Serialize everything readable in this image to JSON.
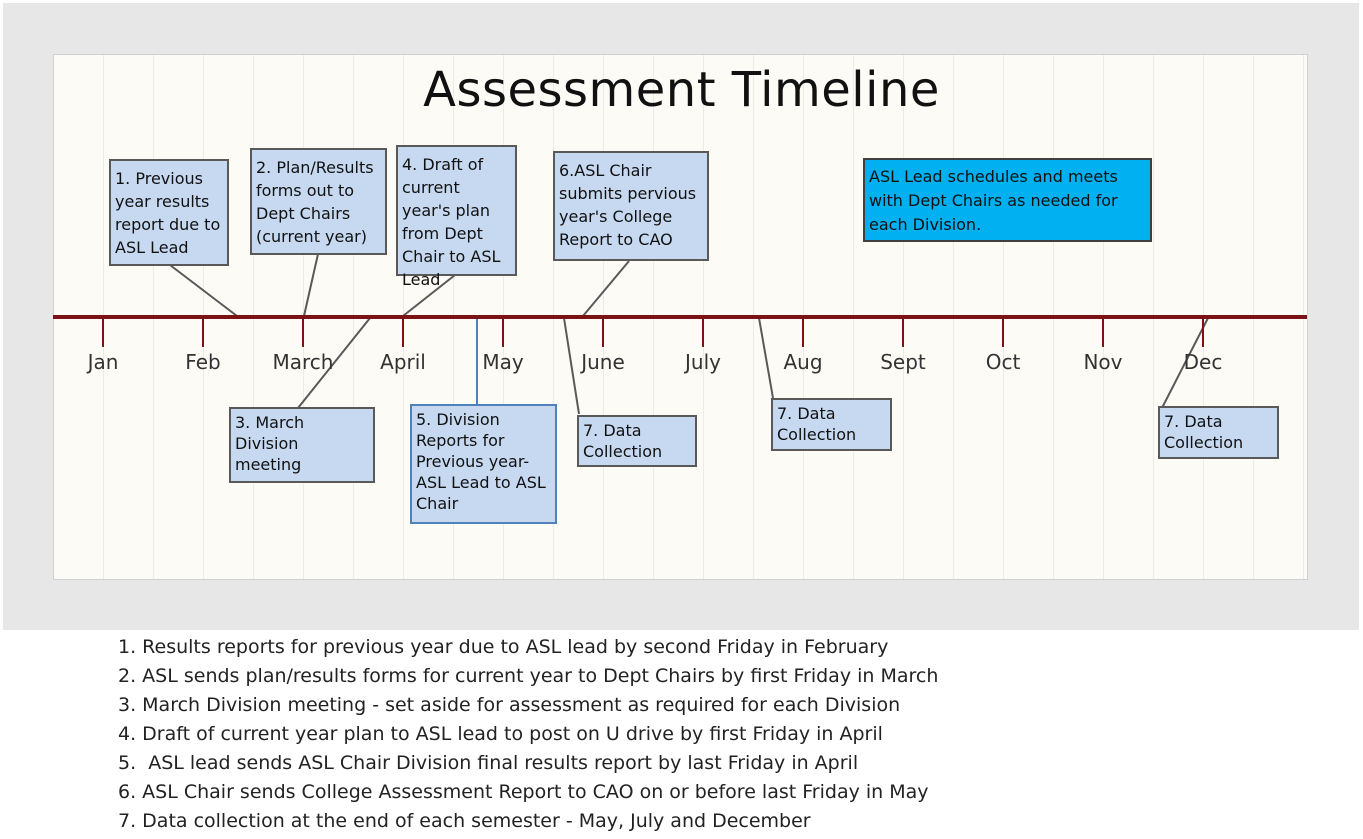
{
  "title": "Assessment Timeline",
  "months": [
    "Jan",
    "Feb",
    "March",
    "April",
    "May",
    "June",
    "July",
    "Aug",
    "Sept",
    "Oct",
    "Nov",
    "Dec"
  ],
  "colors": {
    "timeline": "#7b1213",
    "box_fill": "#c6d9f1",
    "callout_fill": "#00b0f0"
  },
  "boxes": {
    "b1": "1. Previous year results report due to ASL Lead",
    "b2": "2. Plan/Results forms out to Dept Chairs (current year)",
    "b4": "4. Draft of current year's plan from Dept Chair to ASL Lead",
    "b6": "6.ASL Chair submits pervious year's College Report  to CAO",
    "callout": "ASL Lead schedules and meets with Dept Chairs as needed for each Division.",
    "b3": "3. March Division meeting",
    "b5": "5. Division Reports for Previous year- ASL Lead to ASL Chair",
    "b7a": "7. Data Collection",
    "b7b": "7. Data Collection",
    "b7c": "7. Data Collection"
  },
  "notes": [
    "1. Results reports for previous year due to ASL lead by second Friday in February",
    "2. ASL sends plan/results forms for current year to Dept Chairs by first Friday in March",
    "3. March Division meeting - set aside for assessment as required for each Division",
    "4. Draft of current year plan to ASL lead to post on U drive by first Friday in April",
    "5.  ASL lead sends ASL Chair Division final results report by last Friday in April",
    "6. ASL Chair sends College Assessment Report to CAO on or before last Friday in May",
    "7. Data collection at the end of each semester - May, July and December"
  ]
}
